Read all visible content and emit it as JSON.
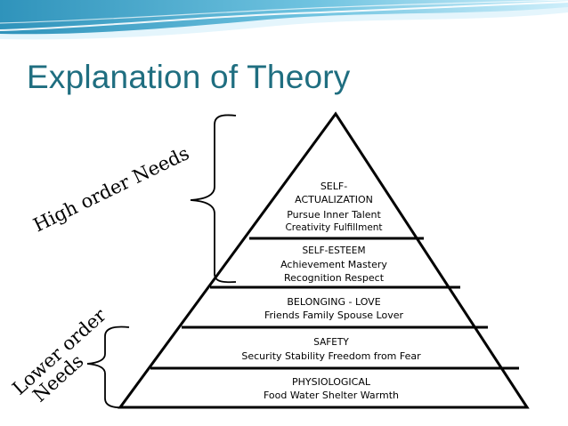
{
  "slide": {
    "title": "Explanation of Theory",
    "colors": {
      "title": "#1f6e80",
      "wave_dark": "#3fa0c3",
      "wave_light": "#bfe6f4"
    }
  },
  "pyramid": {
    "levels": [
      {
        "lines": [
          "SELF-",
          "ACTUALIZATION",
          "Pursue Inner Talent",
          "Creativity  Fulfillment"
        ]
      },
      {
        "lines": [
          "SELF-ESTEEM",
          "Achievement Mastery",
          "Recognition  Respect"
        ]
      },
      {
        "lines": [
          "BELONGING - LOVE",
          "Friends  Family  Spouse  Lover"
        ]
      },
      {
        "lines": [
          "SAFETY",
          "Security  Stability  Freedom from Fear"
        ]
      },
      {
        "lines": [
          "PHYSIOLOGICAL",
          "Food  Water  Shelter  Warmth"
        ]
      }
    ]
  },
  "annotations": {
    "high_order": "High order Needs",
    "lower_order_line1": "Lower order",
    "lower_order_line2": "Needs"
  }
}
